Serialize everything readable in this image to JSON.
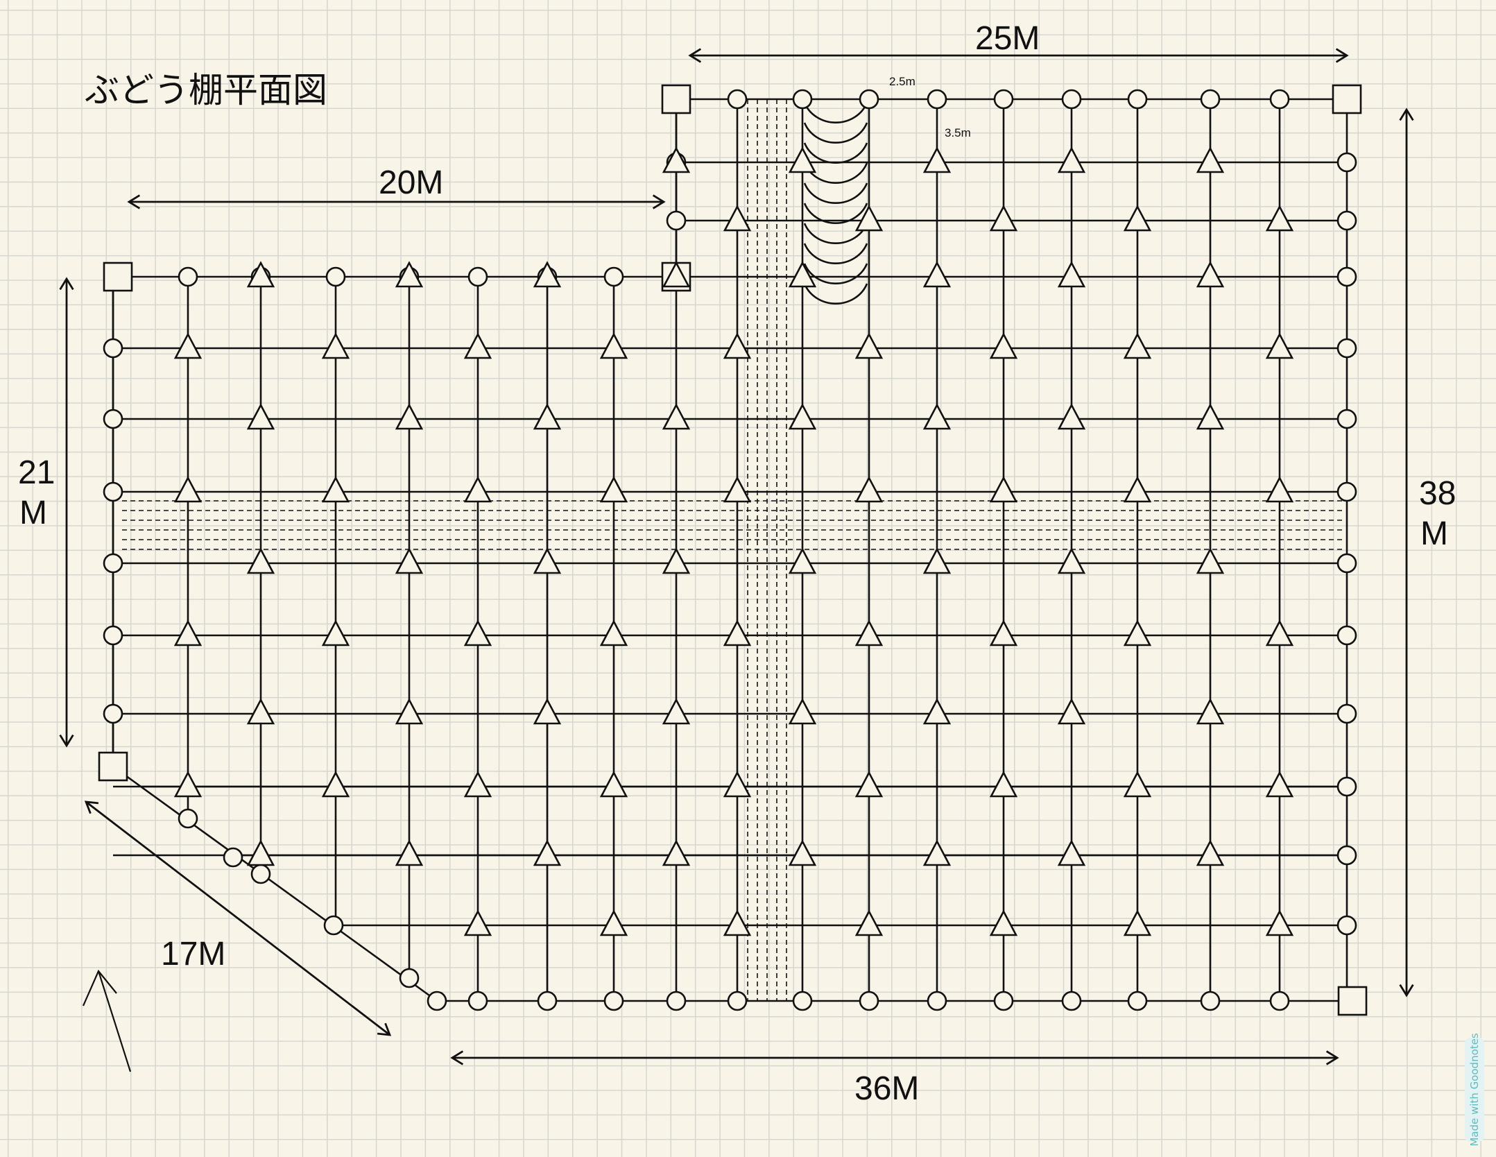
{
  "title": "ぶどう棚平面図",
  "dimensions": {
    "top_right_width": "25M",
    "top_left_width": "20M",
    "left_height_a": "21",
    "left_height_b": "M",
    "right_height_a": "38",
    "right_height_b": "M",
    "diagonal": "17M",
    "bottom_width": "36M"
  },
  "spacing_labels": {
    "row_spacing": "2.5m",
    "column_spacing": "3.5m"
  },
  "legend_marks": {
    "corner_post": "square",
    "edge_post": "circle",
    "inner_post": "triangle"
  },
  "watermark": "Made with Goodnotes",
  "colors": {
    "paper": "#f8f5e8",
    "grid": "#d6d6d0",
    "ink": "#111111",
    "watermark": "#5fbcbc"
  }
}
